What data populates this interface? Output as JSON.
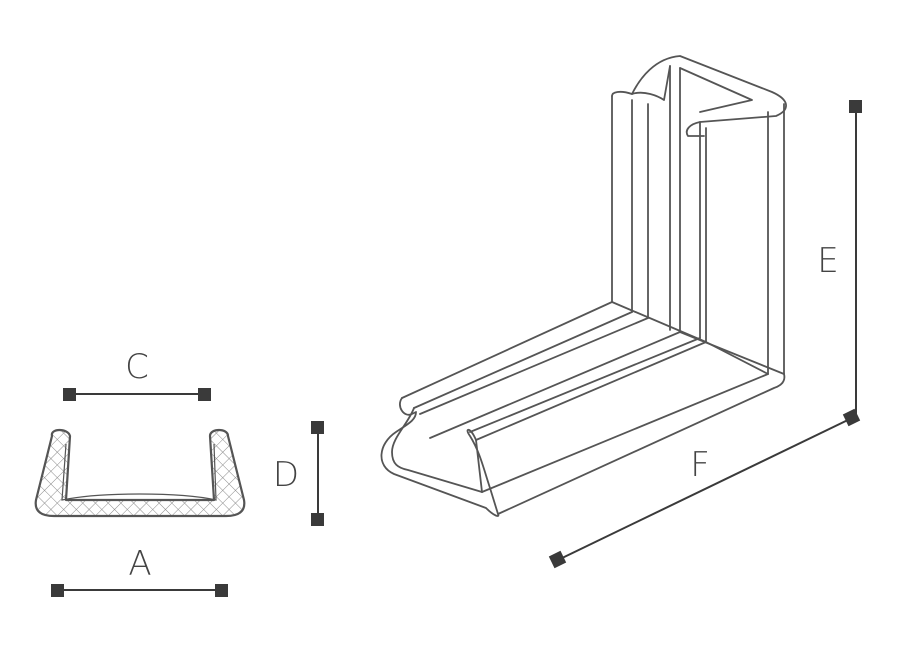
{
  "labels": {
    "a": "A",
    "c": "C",
    "d": "D",
    "e": "E",
    "f": "F"
  },
  "colors": {
    "line": "#3a3a3a",
    "outline": "#555555",
    "hatch": "#8a8a8a",
    "background": "#ffffff"
  }
}
